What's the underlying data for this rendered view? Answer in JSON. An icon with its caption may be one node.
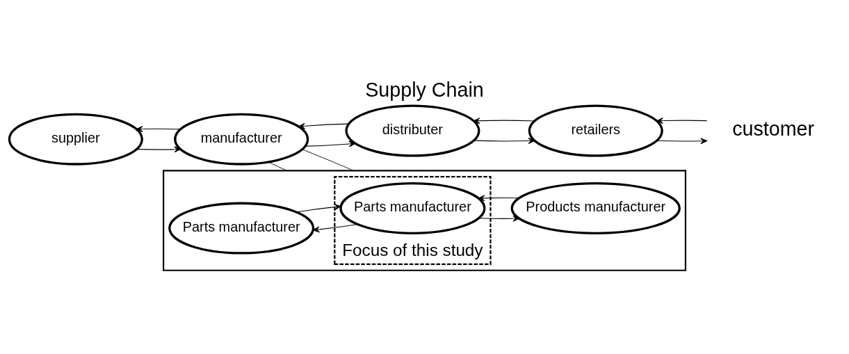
{
  "diagram": {
    "title": "Supply Chain",
    "nodes": [
      {
        "text": [
          "supplier"
        ]
      },
      {
        "text": [
          "manufacturer"
        ]
      },
      {
        "text": [
          "distributer"
        ]
      },
      {
        "text": [
          "retailers"
        ]
      },
      {
        "text": [
          "customer"
        ]
      },
      {
        "text": [],
        "shape": "box"
      },
      {
        "text": [
          "Focus of this study"
        ],
        "in": 5
      },
      {
        "text": [
          "Parts manufacturer"
        ],
        "in": 5
      },
      {
        "text": [
          "Parts manufacturer"
        ],
        "in": 6
      },
      {
        "text": [
          "Products manufacturer"
        ],
        "in": 5
      }
    ],
    "edges": [
      {
        "from": 0,
        "to": 1,
        "arrow": "to"
      },
      {
        "from": 1,
        "to": 0,
        "arrow": "to"
      },
      {
        "from": 1,
        "to": 2,
        "arrow": "to"
      },
      {
        "from": 2,
        "to": 1,
        "arrow": "to"
      },
      {
        "from": 2,
        "to": 3,
        "arrow": "to"
      },
      {
        "from": 3,
        "to": 2,
        "arrow": "to"
      },
      {
        "from": 3,
        "to": 4,
        "arrow": "to"
      },
      {
        "from": 4,
        "to": 3,
        "arrow": "to"
      },
      {
        "from": 7,
        "to": 8,
        "arrow": "to"
      },
      {
        "from": 8,
        "to": 7,
        "arrow": "to"
      },
      {
        "from": 8,
        "to": 9,
        "arrow": "to"
      },
      {
        "from": 9,
        "to": 8,
        "arrow": "to"
      },
      {
        "from": 1,
        "to": 5,
        "arrow": "none"
      },
      {
        "from": 1,
        "to": 5,
        "arrow": "none"
      }
    ]
  }
}
